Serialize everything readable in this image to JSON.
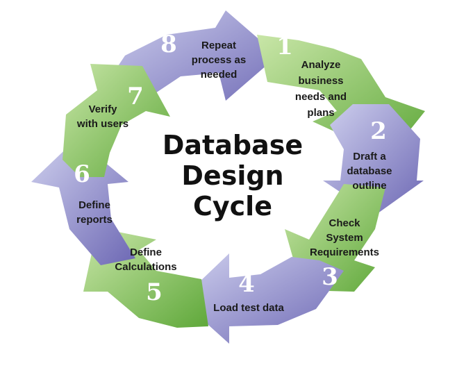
{
  "title_lines": [
    "Database",
    "Design",
    "Cycle"
  ],
  "steps": [
    {
      "number": "1",
      "lines": [
        "Analyze",
        "business",
        "needs and",
        "plans"
      ]
    },
    {
      "number": "2",
      "lines": [
        "Draft a",
        "database",
        "outline"
      ]
    },
    {
      "number": "3",
      "lines": [
        "Check",
        "System",
        "Requirements"
      ]
    },
    {
      "number": "4",
      "lines": [
        "Load test data"
      ]
    },
    {
      "number": "5",
      "lines": [
        "Define",
        "Calculations"
      ]
    },
    {
      "number": "6",
      "lines": [
        "Define",
        "reports"
      ]
    },
    {
      "number": "7",
      "lines": [
        "Verify",
        "with users"
      ]
    },
    {
      "number": "8",
      "lines": [
        "Repeat",
        "process as",
        "needed"
      ]
    }
  ],
  "colors": {
    "green_light": "#c9e6a8",
    "green_dark": "#5fa83a",
    "purple_light": "#cfd0ee",
    "purple_dark": "#6d68b4",
    "step_number": "#ffffff",
    "text": "#1a1a1a",
    "title": "#111111"
  }
}
